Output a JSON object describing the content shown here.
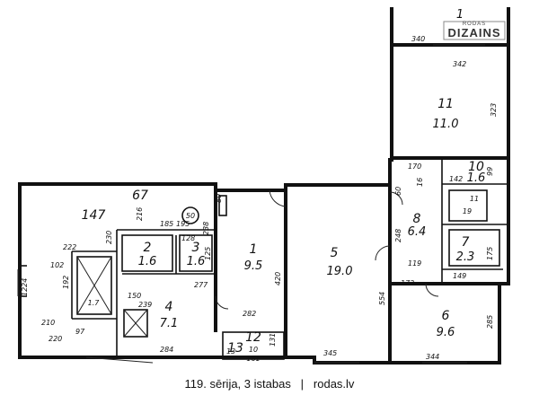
{
  "logo": {
    "top": "RODAS",
    "main": "DIZAINS"
  },
  "caption": {
    "series": "119. sērija, 3 istabas",
    "separator": "|",
    "site": "rodas.lv"
  },
  "rooms": [
    {
      "id": "r1",
      "number": "1",
      "area": "9.5"
    },
    {
      "id": "r2",
      "number": "2",
      "area": "1.6"
    },
    {
      "id": "r3",
      "number": "3",
      "area": "1.6"
    },
    {
      "id": "r4",
      "number": "4",
      "area": "7.1"
    },
    {
      "id": "r5",
      "number": "5",
      "area": "19.0"
    },
    {
      "id": "r6",
      "number": "6",
      "area": "9.6"
    },
    {
      "id": "r7",
      "number": "7",
      "area": "2.3"
    },
    {
      "id": "r8",
      "number": "8",
      "area": "6.4"
    },
    {
      "id": "r10",
      "number": "10",
      "area": "1.6"
    },
    {
      "id": "r11",
      "number": "11",
      "area": "11.0"
    },
    {
      "id": "r12",
      "number": "12",
      "area": ""
    },
    {
      "id": "r13",
      "number": "13",
      "area": ""
    }
  ],
  "labels": {
    "stair_main": "147",
    "stair_top": "67",
    "hatch": "50",
    "elev": "1.7",
    "box_11": "11",
    "box_10": "10",
    "box_161": "161",
    "sm_1": "1",
    "sm_19": "19"
  },
  "dims": {
    "d340": "340",
    "d342": "342",
    "d323": "323",
    "d170": "170",
    "d99": "99",
    "d16": "16",
    "d142": "142",
    "d195": "195",
    "d248": "248",
    "d119": "119",
    "d149": "149",
    "d173": "173",
    "d175": "175",
    "d282": "282",
    "d345": "345",
    "d344": "344",
    "d554": "554",
    "d420": "420",
    "d285": "285",
    "d284": "284",
    "d277": "277",
    "d150": "150",
    "d131": "131",
    "d210": "210",
    "d220": "220",
    "d192": "192",
    "d102": "102",
    "d222": "222",
    "d230": "230",
    "d216": "216",
    "d185": "185",
    "d60": "60",
    "d125": "125",
    "d97": "97",
    "d239": "239",
    "d13": "13",
    "d1224": "1224",
    "d128": "128",
    "d238": "238",
    "d80": "80"
  }
}
